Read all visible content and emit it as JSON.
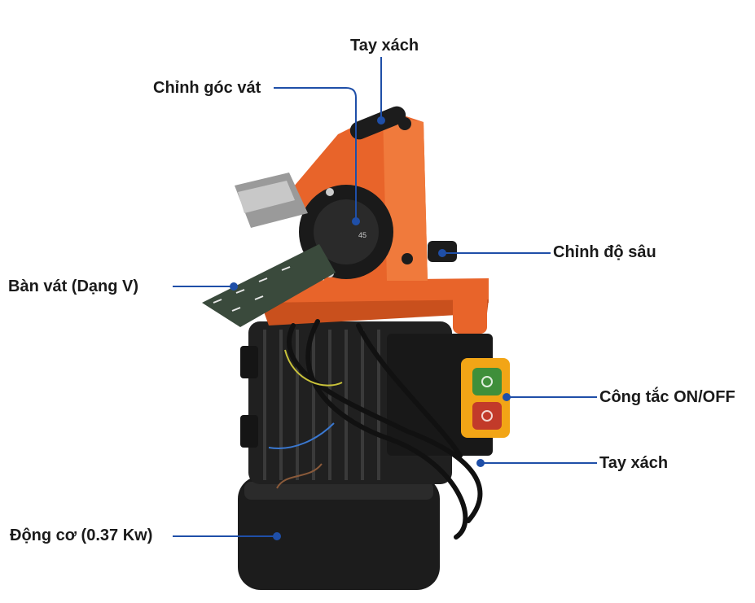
{
  "colors": {
    "callout_line": "#1f4fa8",
    "body_orange": "#e8642a",
    "motor_black": "#1c1c1c",
    "switch_yellow": "#f2a516",
    "switch_green": "#3f8f3a",
    "switch_red": "#c23a2a"
  },
  "labels": {
    "handle_top": "Tay xách",
    "bevel_angle": "Chỉnh góc vát",
    "depth_adjust": "Chỉnh độ sâu",
    "bevel_table": "Bàn vát (Dạng V)",
    "power_switch": "Công tắc ON/OFF",
    "handle_side": "Tay xách",
    "motor": "Động cơ (0.37 Kw)"
  }
}
